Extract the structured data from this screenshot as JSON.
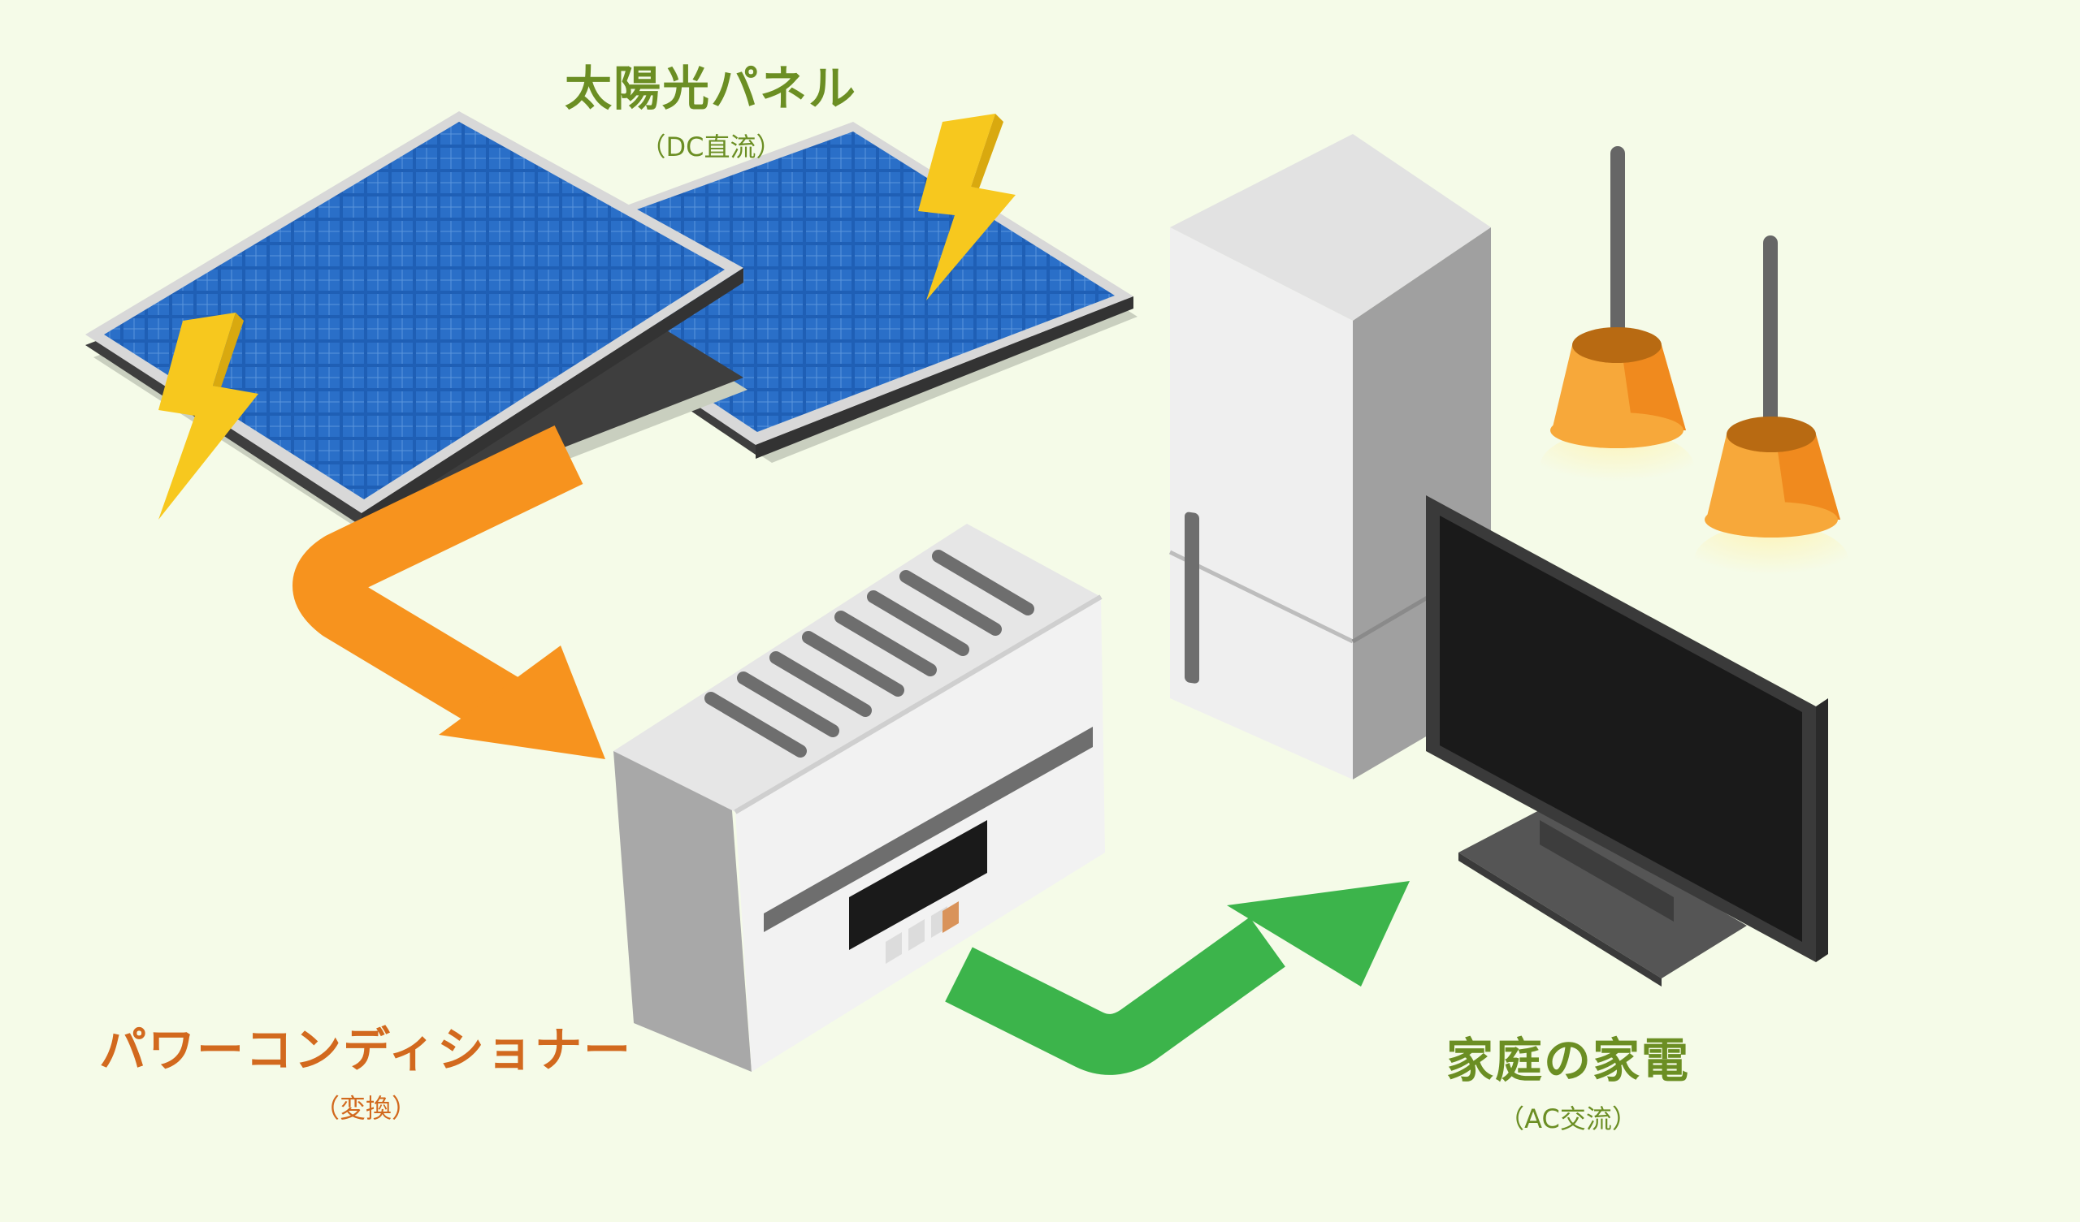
{
  "labels": {
    "solar": {
      "title": "太陽光パネル",
      "sub": "（DC直流）"
    },
    "power_conditioner": {
      "title": "パワーコンディショナー",
      "sub": "（変換）"
    },
    "home_appliances": {
      "title": "家庭の家電",
      "sub": "（AC交流）"
    }
  },
  "colors": {
    "background": "#f5fbe8",
    "solar_label": "#6b8e23",
    "power_conditioner_label": "#d2691e",
    "home_label": "#6b8e23",
    "dc_arrow": "#f7931e",
    "ac_arrow": "#3cb44b",
    "panel_cell": "#1f5fb5",
    "lightning": "#f7c81e",
    "lamp": "#f7a83a"
  },
  "icons": [
    "solar-panel-icon",
    "lightning-icon",
    "power-conditioner-icon",
    "refrigerator-icon",
    "television-icon",
    "pendant-lamp-icon"
  ]
}
